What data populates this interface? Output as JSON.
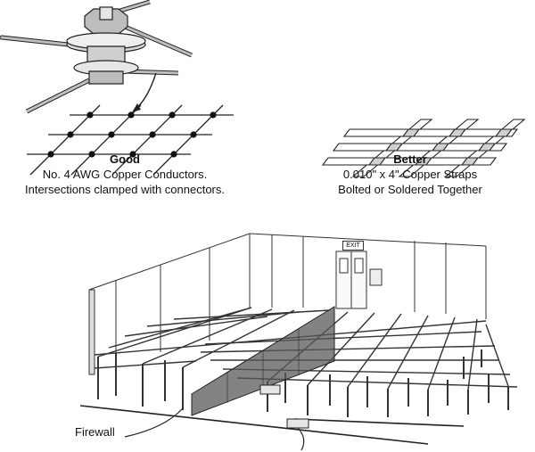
{
  "good": {
    "title": "Good",
    "line1": "No. 4 AWG Copper Conductors.",
    "line2": "Intersections clamped with connectors."
  },
  "better": {
    "title": "Better",
    "line1": "0.010\" x 4\" Copper Straps",
    "line2": "Bolted or Soldered Together"
  },
  "room": {
    "exit_sign": "EXIT",
    "firewall_label": "Firewall"
  }
}
